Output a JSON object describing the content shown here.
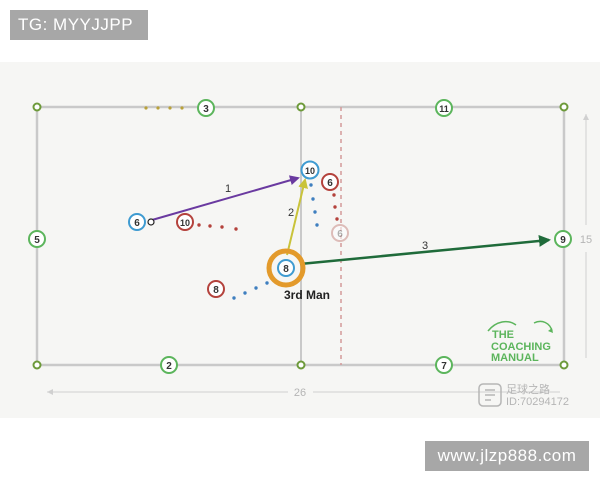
{
  "overlays": {
    "top_tag": "TG: MYYJJPP",
    "bottom_tag": "www.jlzp888.com"
  },
  "players": [
    {
      "id": "p3",
      "number": "3",
      "team": "green"
    },
    {
      "id": "p11",
      "number": "11",
      "team": "green"
    },
    {
      "id": "p5",
      "number": "5",
      "team": "green"
    },
    {
      "id": "p9",
      "number": "9",
      "team": "green"
    },
    {
      "id": "p2",
      "number": "2",
      "team": "green"
    },
    {
      "id": "p7",
      "number": "7",
      "team": "green"
    },
    {
      "id": "p6b",
      "number": "6",
      "team": "blue"
    },
    {
      "id": "p10b",
      "number": "10",
      "team": "blue"
    },
    {
      "id": "p8b",
      "number": "8",
      "team": "blue"
    },
    {
      "id": "p10r",
      "number": "10",
      "team": "red"
    },
    {
      "id": "p6r",
      "number": "6",
      "team": "red"
    },
    {
      "id": "p6r_ghost",
      "number": "6",
      "team": "red-faded"
    },
    {
      "id": "p8r",
      "number": "8",
      "team": "red"
    }
  ],
  "pass_labels": [
    "1",
    "2",
    "3"
  ],
  "third_man_label": "3rd Man",
  "dimensions": {
    "width": "26",
    "height": "15"
  },
  "logo": {
    "line1": "THE",
    "line2": "COACHING",
    "line3": "MANUAL"
  },
  "watermark": {
    "line1": "足球之路",
    "line2": "ID:70294172"
  },
  "colors": {
    "green_ring": "#5cb55c",
    "blue_ring": "#3f9bd1",
    "red_ring": "#b4423c",
    "pass1": "#6a3aa0",
    "pass2": "#c9c33a",
    "pass3": "#1f6b3a",
    "highlight": "#e39a2b"
  }
}
